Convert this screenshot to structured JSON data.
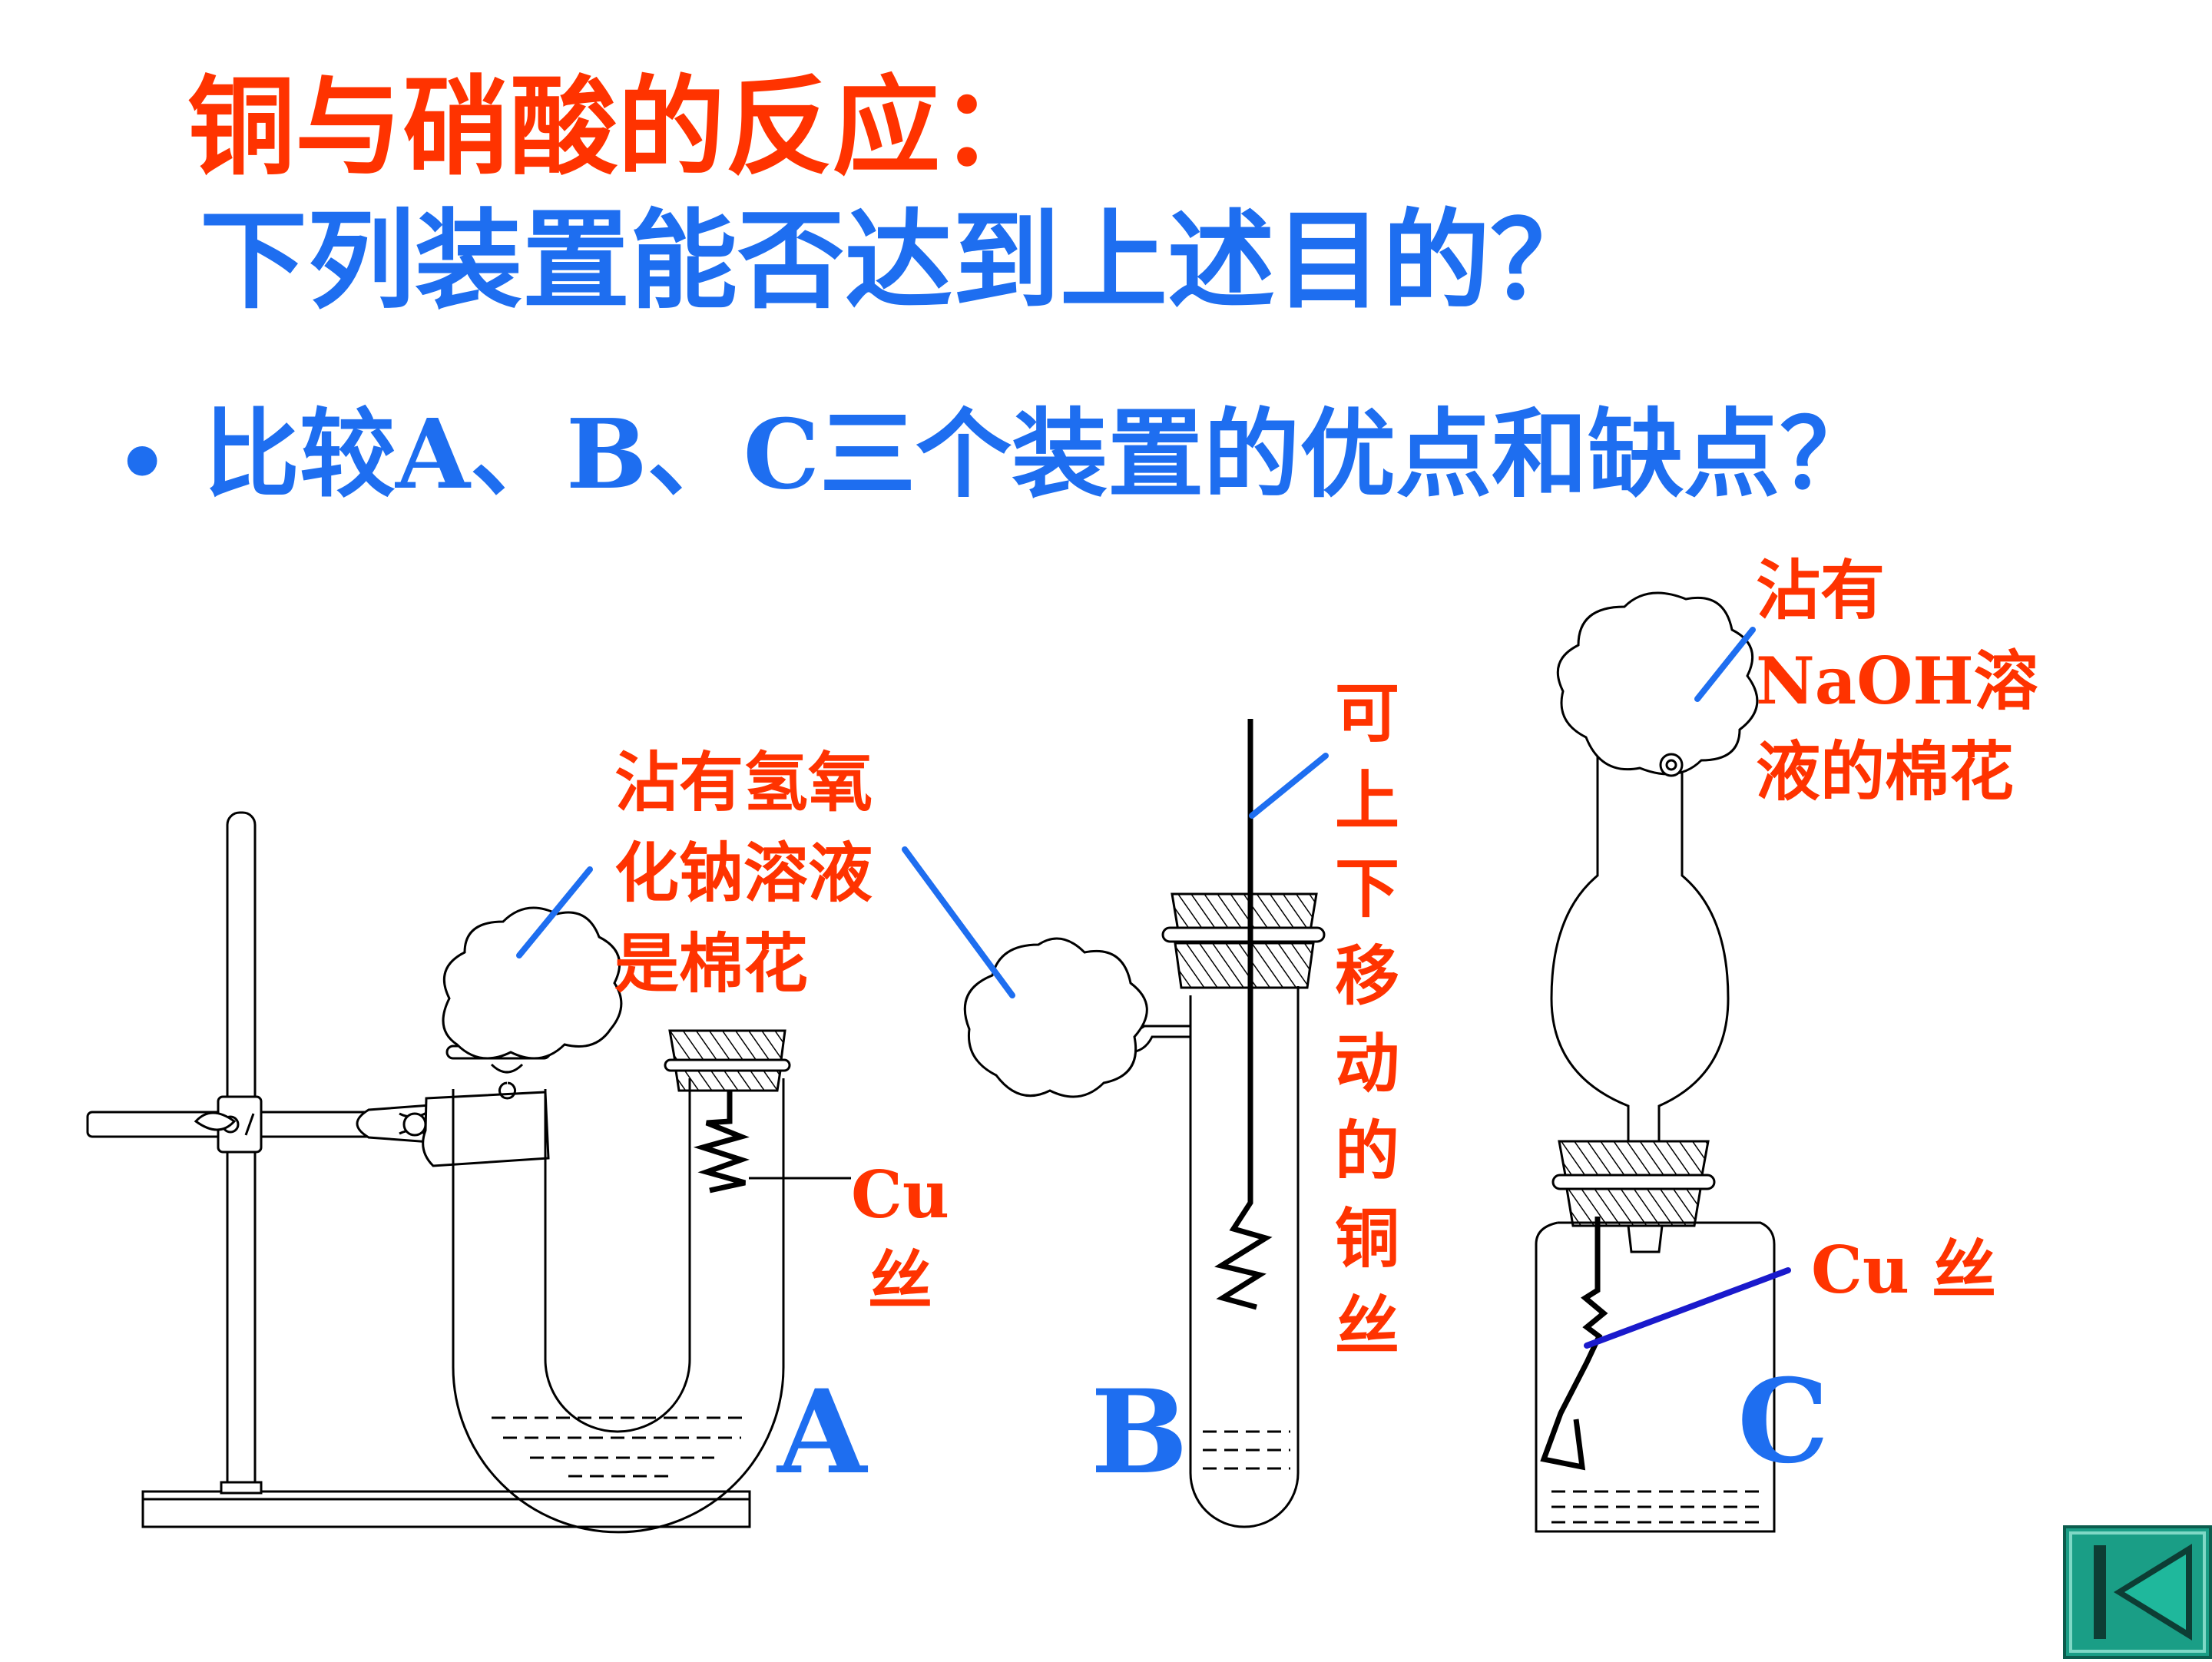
{
  "title": {
    "line1": "铜与硝酸的反应：",
    "line2": "下列装置能否达到上述目的？"
  },
  "bullet": {
    "symbol": "•",
    "text": "比较A、B、C三个装置的优点和缺点？"
  },
  "apparatus_a": {
    "cotton_label": [
      "沾有氢氧",
      "化钠溶液",
      "是棉花"
    ],
    "wire_label": [
      "Cu",
      "丝"
    ],
    "letter": "A"
  },
  "apparatus_b": {
    "wire_label": [
      "可",
      "上",
      "下",
      "移",
      "动",
      "的",
      "铜",
      "丝"
    ],
    "letter": "B"
  },
  "apparatus_c": {
    "cotton_label": [
      "沾有",
      "NaOH溶",
      "液的棉花"
    ],
    "wire_label": "Cu 丝",
    "letter": "C"
  },
  "nav": {
    "back_icon": "skip-to-first-icon"
  },
  "colors": {
    "title_red": "#ff3300",
    "accent_blue": "#1e6ef0",
    "pointer_line": "#1e6ef0",
    "button_green": "#1a9e86"
  }
}
